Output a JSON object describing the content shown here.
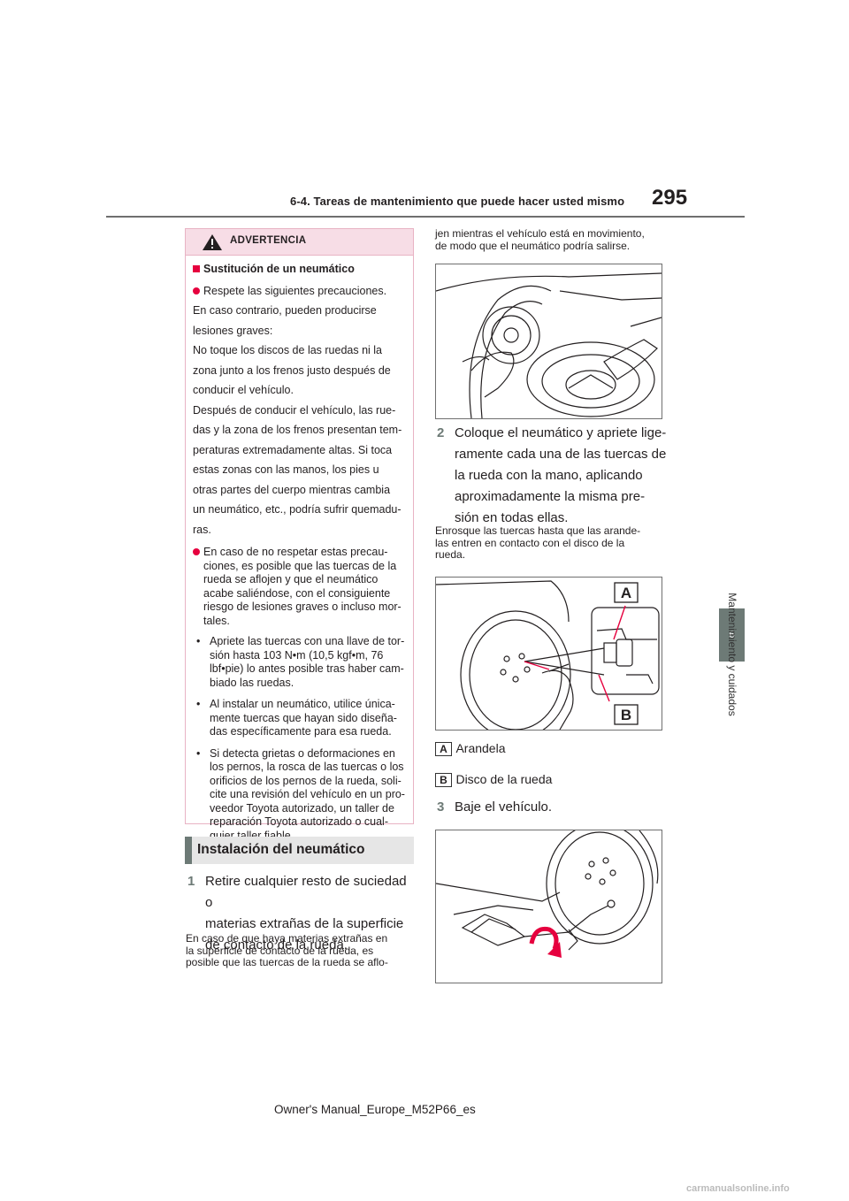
{
  "header": {
    "section": "6-4. Tareas de mantenimiento que puede hacer usted mismo",
    "page_number": "295"
  },
  "side_tab": {
    "number": "6",
    "label": "Mantenimiento y cuidados"
  },
  "warning": {
    "title": "ADVERTENCIA",
    "subtitle": "Sustitución de un neumático",
    "item1_intro": "Respete las siguientes precauciones.",
    "item1_lines": [
      "En caso contrario, pueden producirse",
      "lesiones graves:",
      "No toque los discos de las ruedas ni la",
      "zona junto a los frenos justo después de",
      "conducir el vehículo.",
      "Después de conducir el vehículo, las rue-",
      "das y la zona de los frenos presentan tem-",
      "peraturas extremadamente altas. Si toca",
      "estas zonas con las manos, los pies u",
      "otras partes del cuerpo mientras cambia",
      "un neumático, etc., podría sufrir quemadu-",
      "ras."
    ],
    "item2_lines": [
      "En caso de no respetar estas precau-",
      "ciones, es posible que las tuercas de la",
      "rueda se aflojen y que el neumático",
      "acabe saliéndose, con el consiguiente",
      "riesgo de lesiones graves o incluso mor-",
      "tales."
    ],
    "bullets": [
      [
        "Apriete las tuercas con una llave de tor-",
        "sión hasta 103 N•m (10,5 kgf•m, 76",
        "lbf•pie) lo antes posible tras haber cam-",
        "biado las ruedas."
      ],
      [
        "Al instalar un neumático, utilice única-",
        "mente tuercas que hayan sido diseña-",
        "das específicamente para esa rueda."
      ],
      [
        "Si detecta grietas o deformaciones en",
        "los pernos, la rosca de las tuercas o los",
        "orificios de los pernos de la rueda, soli-",
        "cite una revisión del vehículo en un pro-",
        "veedor Toyota autorizado, un taller de",
        "reparación Toyota autorizado o cual-",
        "quier taller fiable."
      ]
    ]
  },
  "section_title": "Instalación del neumático",
  "step1": {
    "number": "1",
    "lines": [
      "Retire cualquier resto de suciedad o",
      "materias extrañas de la superficie",
      "de contacto de la rueda."
    ],
    "note": [
      "En caso de que haya materias extrañas en",
      "la superficie de contacto de la rueda, es",
      "posible que las tuercas de la rueda se aflo-"
    ]
  },
  "step1_note_cont": [
    "jen mientras el vehículo está en movimiento,",
    "de modo que el neumático podría salirse."
  ],
  "step2": {
    "number": "2",
    "lines": [
      "Coloque el neumático y apriete lige-",
      "ramente cada una de las tuercas de",
      "la rueda con la mano, aplicando",
      "aproximadamente la misma pre-",
      "sión en todas ellas."
    ],
    "note": [
      "Enrosque las tuercas hasta que las arande-",
      "las entren en contacto con el disco de la",
      "rueda."
    ]
  },
  "figure2_labels": {
    "a": "A",
    "b": "B"
  },
  "legend": [
    {
      "key": "A",
      "text": "Arandela"
    },
    {
      "key": "B",
      "text": "Disco de la rueda"
    }
  ],
  "step3": {
    "number": "3",
    "text": "Baje el vehículo."
  },
  "footer": "Owner's Manual_Europe_M52P66_es",
  "watermark": "carmanualsonline.info",
  "colors": {
    "accent_gray": "#6d7a76",
    "warning_red": "#e6003e",
    "warning_pink": "#f7dde6"
  }
}
